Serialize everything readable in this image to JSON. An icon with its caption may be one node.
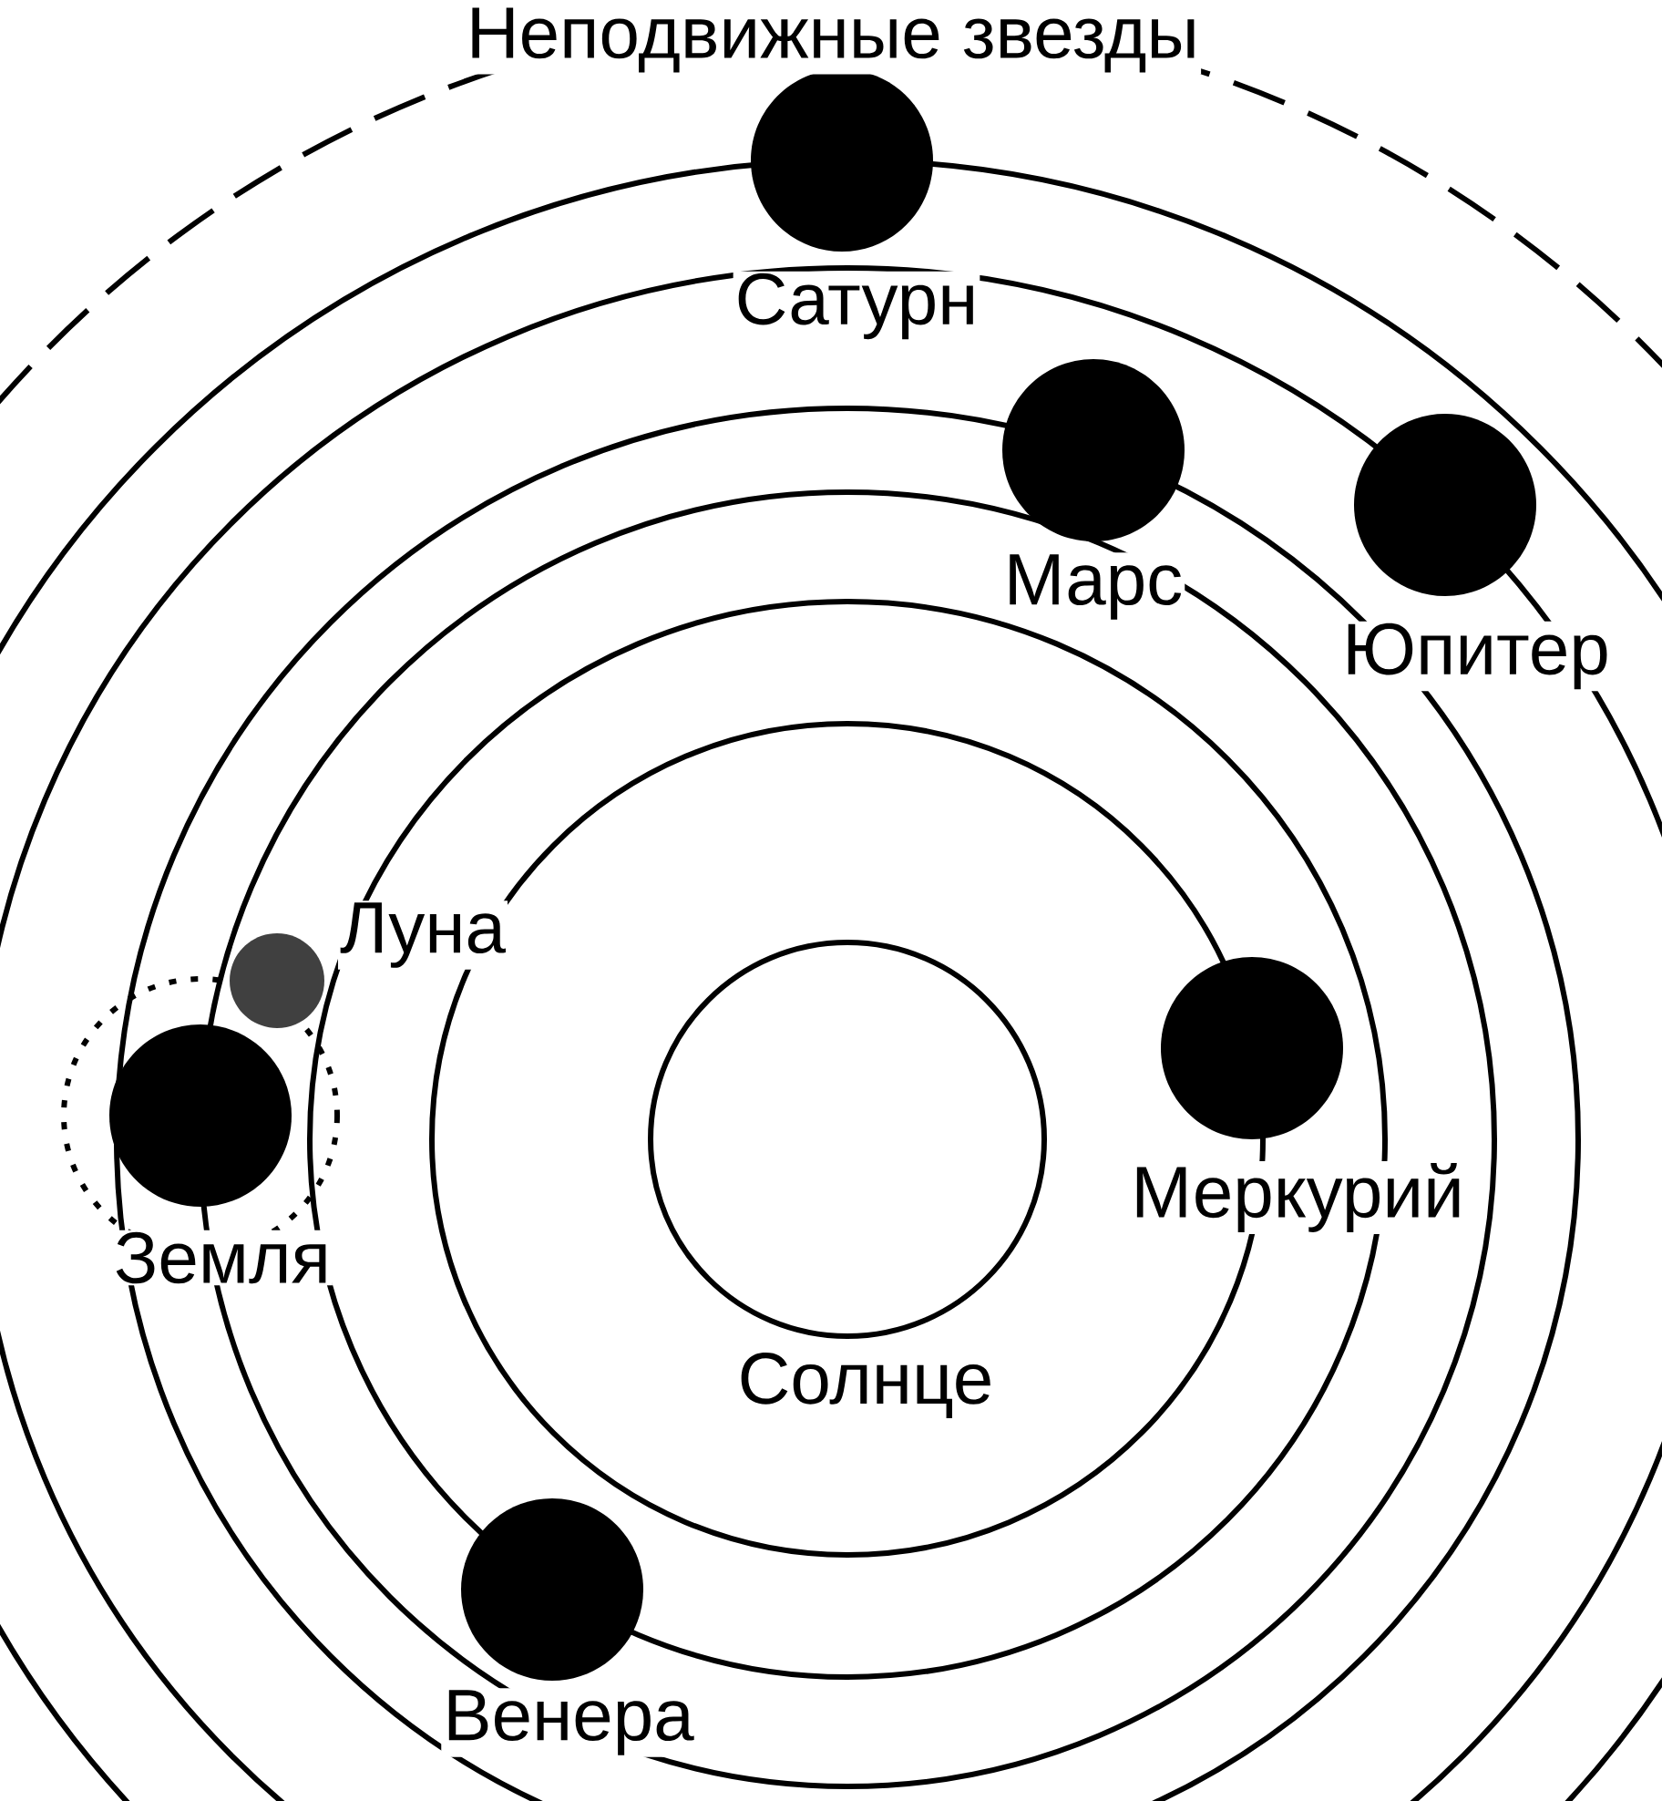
{
  "diagram": {
    "nodes": [
      {
        "text": [],
        "shape": "circle",
        "beside": [
          "Сатурн"
        ]
      },
      {
        "text": [],
        "shape": "circle",
        "beside": [
          "Марс"
        ]
      },
      {
        "text": [],
        "shape": "circle",
        "beside": [
          "Юпитер"
        ]
      },
      {
        "text": [],
        "shape": "circle",
        "beside": [
          "Луна"
        ]
      },
      {
        "text": [],
        "shape": "circle",
        "beside": [
          "Земля"
        ]
      },
      {
        "text": [],
        "shape": "circle",
        "beside": [
          "Меркурий"
        ]
      },
      {
        "text": [],
        "shape": "circle",
        "beside": [
          "Солнце"
        ]
      },
      {
        "text": [],
        "shape": "circle",
        "beside": [
          "Венера"
        ]
      }
    ],
    "labels": [
      "Неподвижные звезды"
    ]
  }
}
